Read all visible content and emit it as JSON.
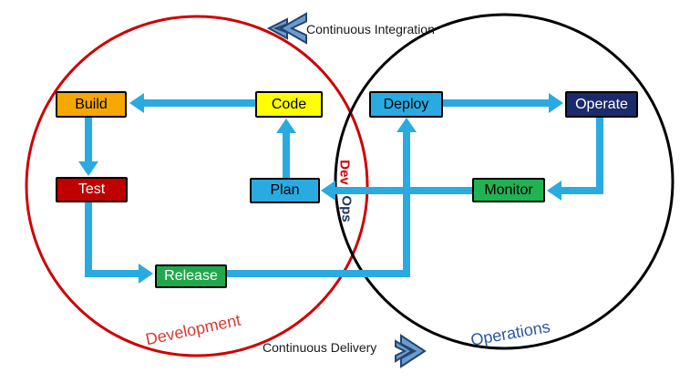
{
  "captions": {
    "continuous_integration": "Continuous Integration",
    "continuous_delivery": "Continuous Delivery"
  },
  "venn": {
    "development_label": "Development",
    "operations_label": "Operations",
    "dev_label": "Dev",
    "ops_label": "Ops"
  },
  "boxes": {
    "build": {
      "label": "Build",
      "fill": "#F6A800",
      "text_color": "#000000"
    },
    "code": {
      "label": "Code",
      "fill": "#FFFF00",
      "text_color": "#000000"
    },
    "test": {
      "label": "Test",
      "fill": "#C00000",
      "text_color": "#FFFFFF"
    },
    "plan": {
      "label": "Plan",
      "fill": "#29ABE2",
      "text_color": "#000000"
    },
    "release": {
      "label": "Release",
      "fill": "#21A84D",
      "text_color": "#FFFFFF"
    },
    "deploy": {
      "label": "Deploy",
      "fill": "#29ABE2",
      "text_color": "#000000"
    },
    "operate": {
      "label": "Operate",
      "fill": "#1A2A6C",
      "text_color": "#FFFFFF"
    },
    "monitor": {
      "label": "Monitor",
      "fill": "#20B351",
      "text_color": "#000000"
    }
  },
  "icons": {
    "top_chevrons": "double-chevron-left-icon",
    "bottom_chevrons": "double-chevron-right-icon"
  },
  "colors": {
    "arrow": "#29ABE2",
    "dev_circle": "#D00000",
    "ops_circle": "#000000",
    "chevron_fill": "#6D9BCD",
    "chevron_stroke": "#24456E",
    "caption_text": "#1A1A1A",
    "dev_text": "#CC0000",
    "ops_text": "#1F3864",
    "development_text": "#DA3A33",
    "operations_text": "#2B55A5"
  }
}
